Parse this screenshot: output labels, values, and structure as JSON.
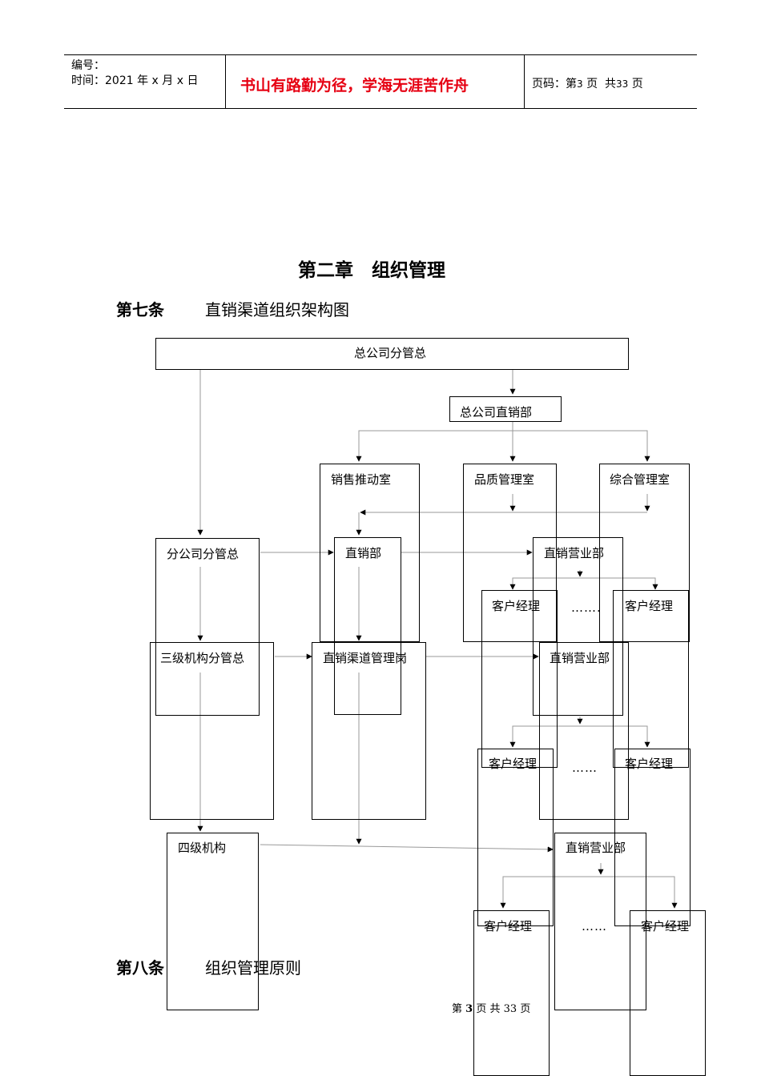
{
  "header": {
    "code_label": "编号：",
    "time_label": "时间：",
    "time_year": "2021",
    "time_year_unit": "年",
    "time_month": "x",
    "time_month_unit": "月",
    "time_day": "x",
    "time_day_unit": "日",
    "motto": "书山有路勤为径，学海无涯苦作舟",
    "page_label": "页码：第",
    "page_current": "3",
    "page_unit": "页",
    "page_total_label": "共",
    "page_total": "33",
    "page_total_unit": "页"
  },
  "chapter_title": "第二章　组织管理",
  "article7": {
    "number": "第七条",
    "title": "直销渠道组织架构图"
  },
  "article8": {
    "number": "第八条",
    "title": "组织管理原则"
  },
  "org_chart": {
    "hq_head": "总公司分管总",
    "hq_direct_sales": "总公司直销部",
    "sales_promotion": "销售推动室",
    "quality_mgmt": "品质管理室",
    "general_mgmt": "综合管理室",
    "branch_head": "分公司分管总",
    "direct_sales_dept": "直销部",
    "direct_sales_business_1": "直销营业部",
    "account_manager": "客户经理",
    "ellipsis": "…….",
    "ellipsis_short": "……",
    "tier3_head": "三级机构分管总",
    "channel_mgmt_post": "直销渠道管理岗",
    "direct_sales_business_2": "直销营业部",
    "tier4": "四级机构",
    "direct_sales_business_3": "直销营业部"
  },
  "footer": {
    "prefix": "第",
    "current": "3",
    "page_unit": "页",
    "total_label": "共",
    "total": "33",
    "total_unit": "页"
  }
}
